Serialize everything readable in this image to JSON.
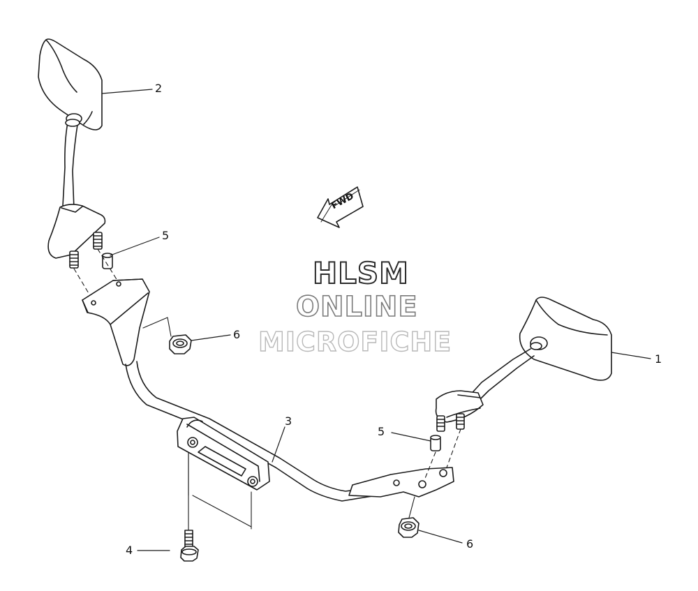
{
  "diagram": {
    "fwd_label": "FWD",
    "callouts": [
      {
        "id": "1",
        "text": "1"
      },
      {
        "id": "2",
        "text": "2"
      },
      {
        "id": "3",
        "text": "3"
      },
      {
        "id": "4",
        "text": "4"
      },
      {
        "id": "5a",
        "text": "5"
      },
      {
        "id": "5b",
        "text": "5"
      },
      {
        "id": "6a",
        "text": "6"
      },
      {
        "id": "6b",
        "text": "6"
      }
    ]
  },
  "watermark": {
    "line1": "HLSM",
    "line2": "ONLINE",
    "line3": "MICROFICHE"
  }
}
